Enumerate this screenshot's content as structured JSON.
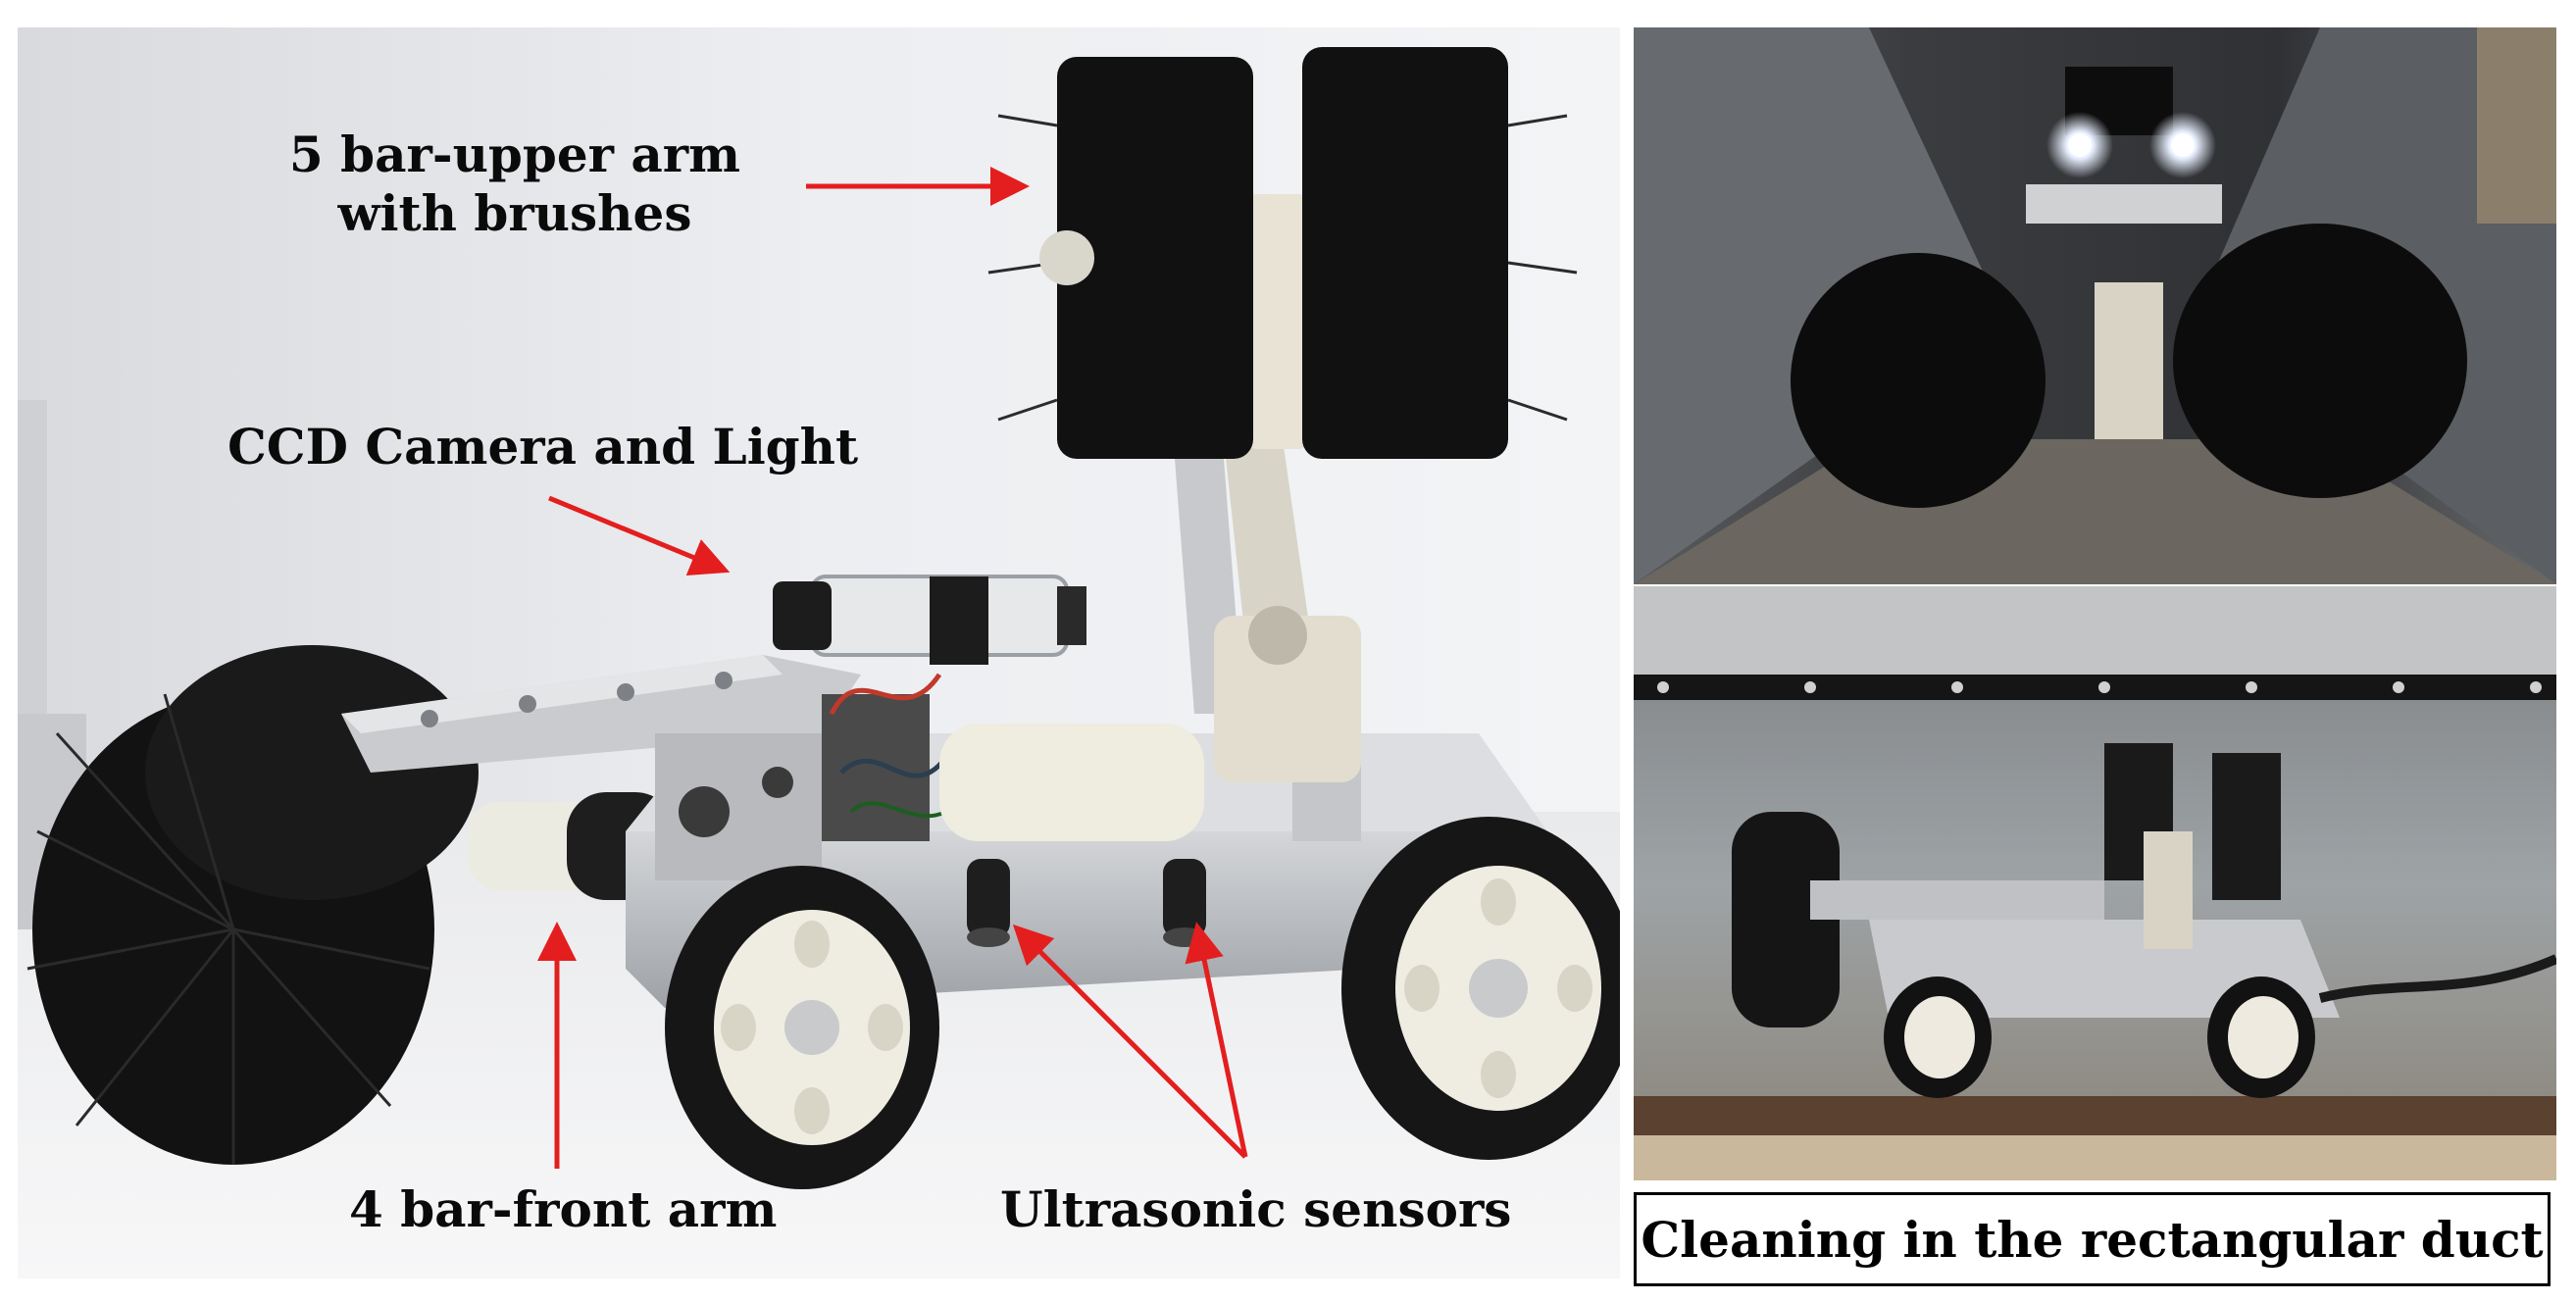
{
  "labels": {
    "upper_arm_line1": "5 bar-upper arm",
    "upper_arm_line2": "with brushes",
    "camera": "CCD Camera and Light",
    "front_arm": "4 bar-front arm",
    "sensors": "Ultrasonic sensors"
  },
  "caption": "Cleaning in the rectangular duct",
  "colors": {
    "arrow": "#e41e1e",
    "text": "#0a0a0a",
    "caption_border": "#000000"
  }
}
